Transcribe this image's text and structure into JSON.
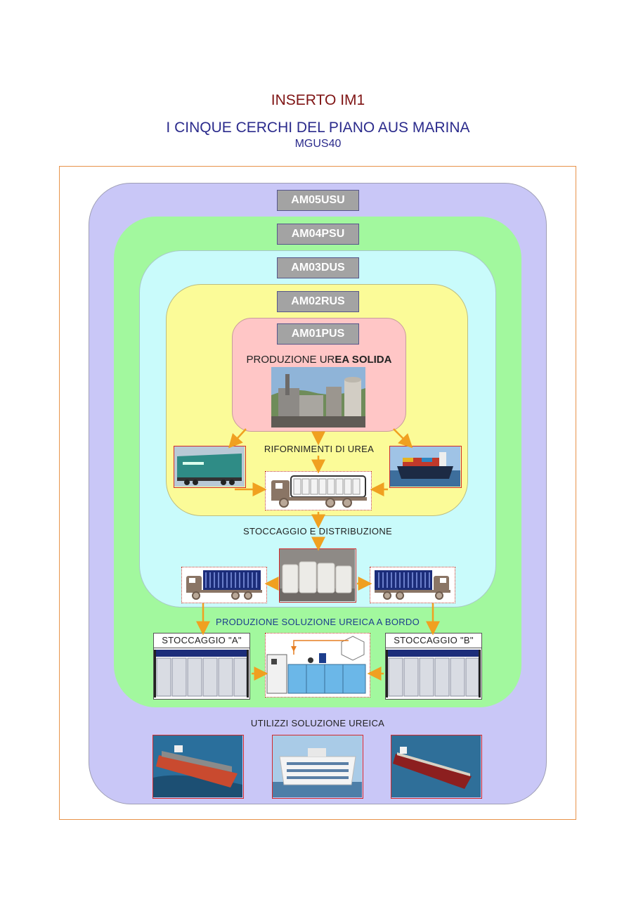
{
  "header": {
    "line1": "INSERTO IM1",
    "line2": "I CINQUE CERCHI DEL PIANO AUS MARINA",
    "line3": "MGUS40"
  },
  "circles": [
    {
      "code": "AM05USU",
      "color": "#c9c7f7"
    },
    {
      "code": "AM04PSU",
      "color": "#a2f89e"
    },
    {
      "code": "AM03DUS",
      "color": "#c9fbfb"
    },
    {
      "code": "AM02RUS",
      "color": "#fbfb98"
    },
    {
      "code": "AM01PUS",
      "color": "#ffc6c6"
    }
  ],
  "labels": {
    "production_a": "PRODUZIONE UR",
    "production_b": "EA SOLIDA",
    "supplies": "RIFORNIMENTI DI UREA",
    "storage": "STOCCAGGIO E DISTRIBUZIONE",
    "onboard": "PRODUZIONE SOLUZIONE UREICA A BORDO",
    "storage_a": "STOCCAGGIO \"A\"",
    "storage_b": "STOCCAGGIO \"B\"",
    "uses": "UTILIZZI SOLUZIONE UREICA"
  },
  "icons": {
    "plant": "factory-photo-icon",
    "train": "railcar-photo-icon",
    "ship": "container-ship-photo-icon",
    "truck": "bulk-truck-icon",
    "bags": "big-bags-photo-icon",
    "unit": "urea-mixing-unit-icon"
  },
  "colors": {
    "arrow": "#f0a020",
    "frame": "#e8934a",
    "code_bg": "#a3a3a3"
  }
}
